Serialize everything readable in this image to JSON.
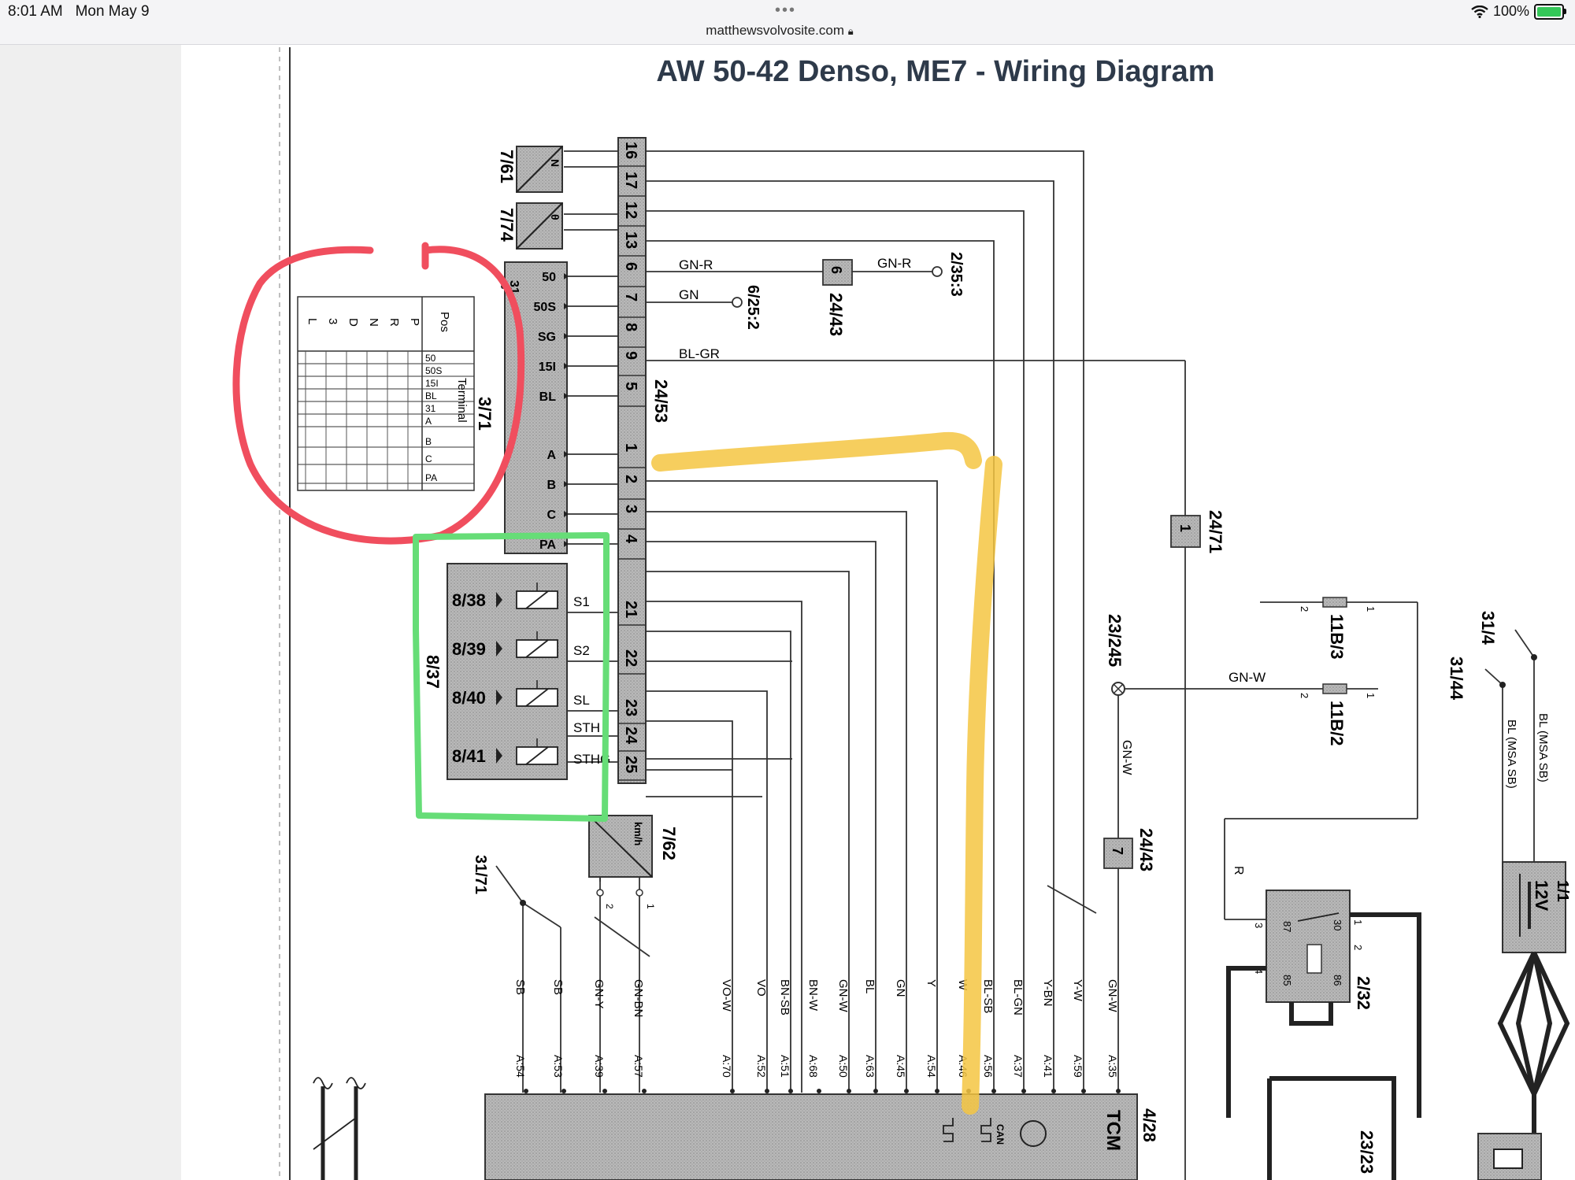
{
  "status_bar": {
    "time": "8:01 AM",
    "date": "Mon May 9",
    "url": "matthewsvolvosite.com",
    "battery": "100%",
    "battery_level": 1.0,
    "lock_icon": "lock-icon",
    "wifi_icon": "wifi-icon"
  },
  "diagram": {
    "title": "AW 50-42 Denso, ME7 - Wiring Diagram",
    "components": {
      "sensor_761": "7/61",
      "sensor_774": "7/74",
      "sensor_761_symbol": "N",
      "sensor_774_symbol": "θ",
      "switch_371": "3/71",
      "ground_31": "31",
      "connector_2453": "24/53",
      "valve_block": "8/37",
      "speed_sensor": "7/62",
      "speed_unit": "km/h",
      "ground_3171": "31/71",
      "connector_2443_a": "24/43",
      "connector_2443_a_pin": "6",
      "connector_2443_b": "24/43",
      "connector_2443_b_pin": "7",
      "connector_2471": "24/71",
      "connector_2471_pin": "1",
      "splice_23245": "23/245",
      "fuse_11b3": "11B/3",
      "fuse_11b2": "11B/2",
      "ground_314": "31/4",
      "ground_3144": "31/44",
      "relay_232": "2/32",
      "battery_11": "1/1",
      "battery_voltage": "12V",
      "tcm": "TCM",
      "tcm_id": "4/28",
      "ref_2353": "2/35:3",
      "ref_6252": "6/25:2",
      "ref_2323": "23/23",
      "can_label": "CAN"
    },
    "switch_terminals": [
      "50",
      "50S",
      "SG",
      "15I",
      "BL",
      "A",
      "B",
      "C",
      "PA"
    ],
    "connector_pins": [
      "16",
      "17",
      "12",
      "13",
      "6",
      "7",
      "8",
      "9",
      "5",
      "1",
      "2",
      "3",
      "4",
      "21",
      "22",
      "23",
      "24",
      "25"
    ],
    "solenoids": [
      "8/38",
      "8/39",
      "8/40",
      "8/41"
    ],
    "solenoid_lines": [
      "S1",
      "S2",
      "SL",
      "STH",
      "STHG"
    ],
    "position_table": {
      "header_pos": "Pos",
      "header_terminal": "Terminal",
      "positions": [
        "P",
        "R",
        "N",
        "D",
        "3",
        "L"
      ],
      "terminals": [
        "50",
        "50S",
        "15I",
        "BL",
        "31",
        "A",
        "B",
        "C",
        "PA"
      ]
    },
    "wire_labels": {
      "gn_r_1": "GN-R",
      "gn_r_2": "GN-R",
      "gn": "GN",
      "bl_gr": "BL-GR",
      "gn_w_h": "GN-W",
      "gn_w_v": "GN-W",
      "r": "R",
      "bl_msa_1": "BL (MSA SB)",
      "bl_msa_2": "BL (MSA SB)"
    },
    "fuse_pins": {
      "a1": "2",
      "a2": "1",
      "b1": "2",
      "b2": "1"
    },
    "speed_pins": {
      "p2": "2",
      "p1": "1"
    },
    "relay_pins": {
      "p87": "87",
      "p30": "30",
      "p85": "85",
      "p86": "86",
      "n3": "3",
      "n1": "1",
      "n2": "2",
      "n4": "4"
    },
    "tcm_wires": [
      {
        "color": "SB",
        "pin": "A:54"
      },
      {
        "color": "SB",
        "pin": "A:53"
      },
      {
        "color": "GN-Y",
        "pin": "A:39"
      },
      {
        "color": "GN-BN",
        "pin": "A:57"
      },
      {
        "color": "VO-W",
        "pin": "A:70"
      },
      {
        "color": "VO",
        "pin": "A:52"
      },
      {
        "color": "BN-SB",
        "pin": "A:51"
      },
      {
        "color": "BN-W",
        "pin": "A:68"
      },
      {
        "color": "GN-W",
        "pin": "A:50"
      },
      {
        "color": "BL",
        "pin": "A:63"
      },
      {
        "color": "GN",
        "pin": "A:45"
      },
      {
        "color": "Y",
        "pin": "A:54"
      },
      {
        "color": "W",
        "pin": "A:46"
      },
      {
        "color": "BL-SB",
        "pin": "A:56"
      },
      {
        "color": "BL-GN",
        "pin": "A:37"
      },
      {
        "color": "Y-BN",
        "pin": "A:41"
      },
      {
        "color": "Y-W",
        "pin": "A:59"
      },
      {
        "color": "GN-W",
        "pin": "A:35"
      }
    ],
    "highlight_colors": {
      "red": "#f04e5e",
      "green": "#66dd77",
      "yellow": "#f5c542"
    }
  }
}
